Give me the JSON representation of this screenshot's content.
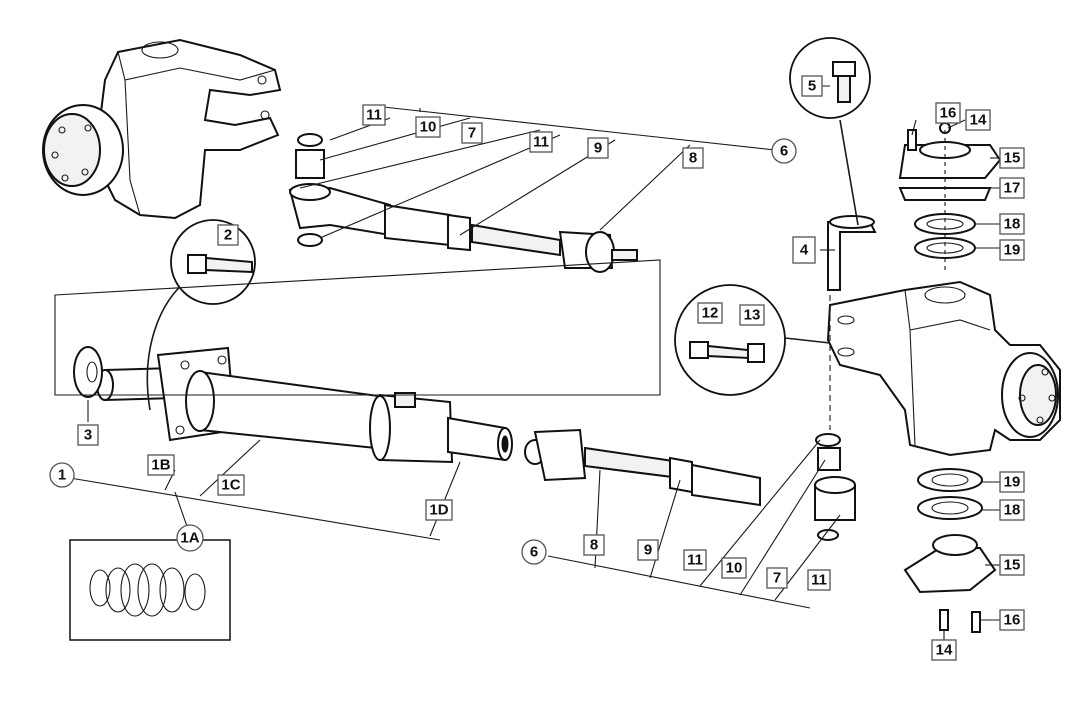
{
  "labels": {
    "p1": "1",
    "p1A": "1A",
    "p1B": "1B",
    "p1C": "1C",
    "p1D": "1D",
    "p2": "2",
    "p3": "3",
    "p4": "4",
    "p5": "5",
    "p6_top": "6",
    "p6_bot": "6",
    "p7_top": "7",
    "p7_bot": "7",
    "p8_top": "8",
    "p8_bot": "8",
    "p9_top": "9",
    "p9_bot": "9",
    "p10_top": "10",
    "p10_bot": "10",
    "p11_top_a": "11",
    "p11_top_b": "11",
    "p11_bot_a": "11",
    "p11_bot_b": "11",
    "p12": "12",
    "p13": "13",
    "p14_top": "14",
    "p14_bot": "14",
    "p15_top": "15",
    "p15_bot": "15",
    "p16_top": "16",
    "p16_bot": "16",
    "p17": "17",
    "p18_top": "18",
    "p18_bot": "18",
    "p19_top": "19",
    "p19_bot": "19"
  },
  "colors": {
    "ink": "#111111",
    "paper": "#ffffff",
    "label_border": "#555555"
  }
}
